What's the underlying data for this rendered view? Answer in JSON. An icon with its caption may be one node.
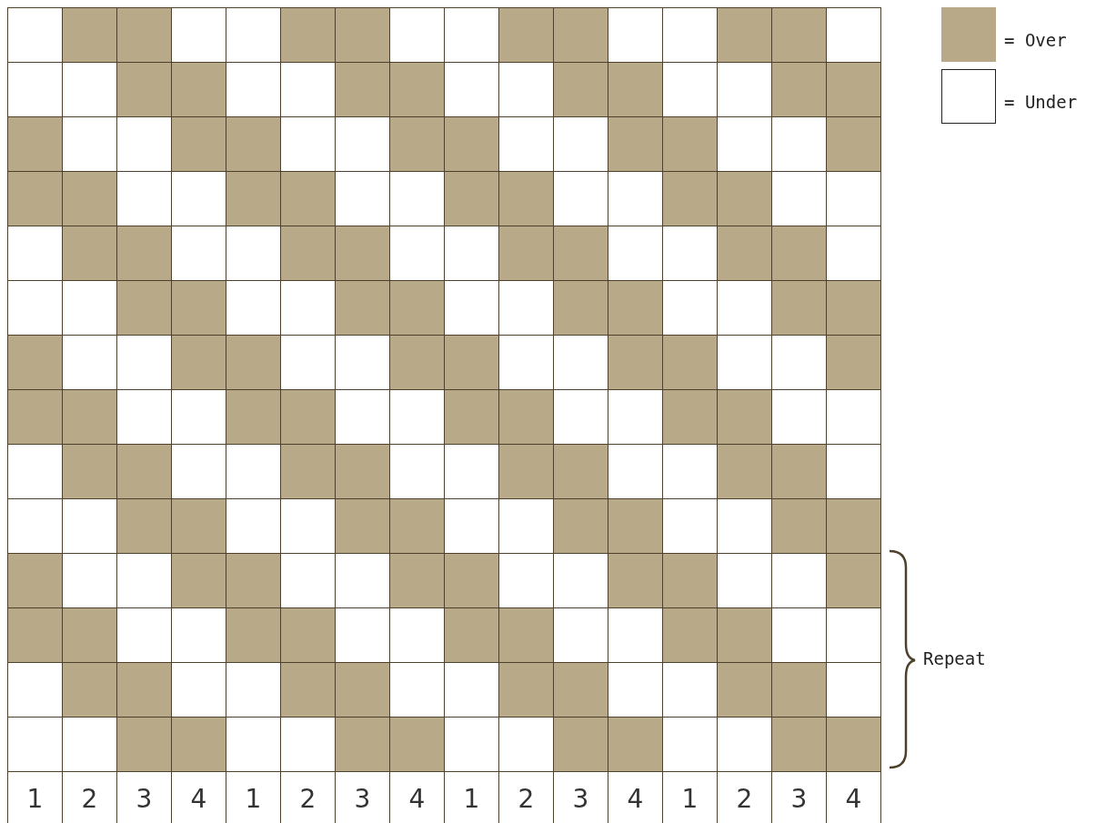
{
  "diagram": {
    "labels": [
      "1",
      "2",
      "3",
      "4",
      "1",
      "2",
      "3",
      "4",
      "1",
      "2",
      "3",
      "4",
      "1",
      "2",
      "3",
      "4",
      "Repeat"
    ],
    "legend": [
      {
        "text": "= Over",
        "color": "#b8aa88"
      },
      {
        "text": "= Under",
        "color": "#ffffff"
      }
    ]
  }
}
